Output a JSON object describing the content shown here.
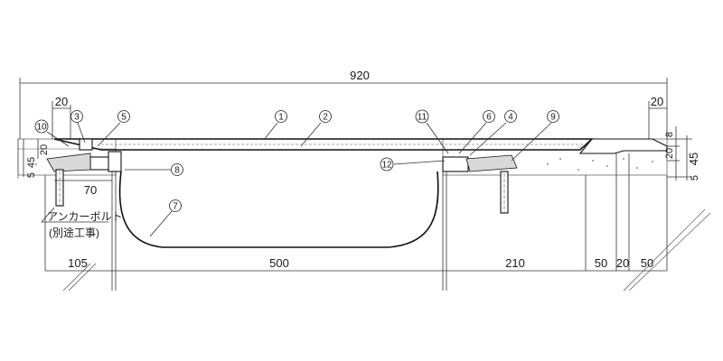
{
  "dimensions": {
    "overall": "920",
    "left_offset": "20",
    "right_offset": "20",
    "right_top": "8",
    "right_mid": "20",
    "right_height": "45",
    "right_bottom": "5",
    "left_top": "20",
    "left_height": "45",
    "left_bottom": "5",
    "anchor_spacing": "70",
    "bottom_left": "105",
    "bottom_center": "500",
    "bottom_right": "210",
    "bottom_r1": "50",
    "bottom_r2": "20",
    "bottom_r3": "50"
  },
  "callouts": [
    "1",
    "2",
    "3",
    "4",
    "5",
    "6",
    "7",
    "8",
    "9",
    "10",
    "11",
    "12"
  ],
  "note": {
    "line1": "アンカーボルト",
    "line2": "(別途工事)"
  }
}
